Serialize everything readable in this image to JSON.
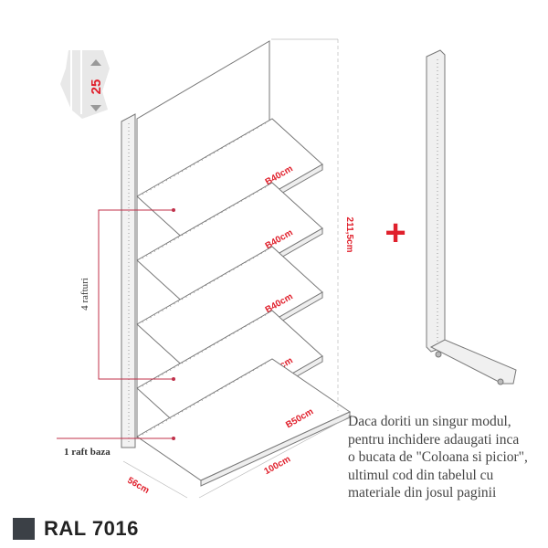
{
  "diagram": {
    "badge_number": "25",
    "shelf_labels": [
      "B40cm",
      "B40cm",
      "B40cm",
      "B40cm",
      "B50cm"
    ],
    "height_label": "211,5cm",
    "width_label": "100cm",
    "depth_label": "56cm",
    "shelves_label": "4 rafturi",
    "base_label": "1 raft baza",
    "plus_symbol": "+",
    "note_lines": [
      "Daca doriti un singur modul,",
      "pentru inchidere adaugati inca",
      "o bucata de \"Coloana si picior\",",
      "ultimul cod din tabelul cu",
      "materiale din josul paginii"
    ]
  },
  "color": {
    "label": "RAL 7016",
    "swatch": "#3b4046",
    "accent": "#e0202c"
  }
}
